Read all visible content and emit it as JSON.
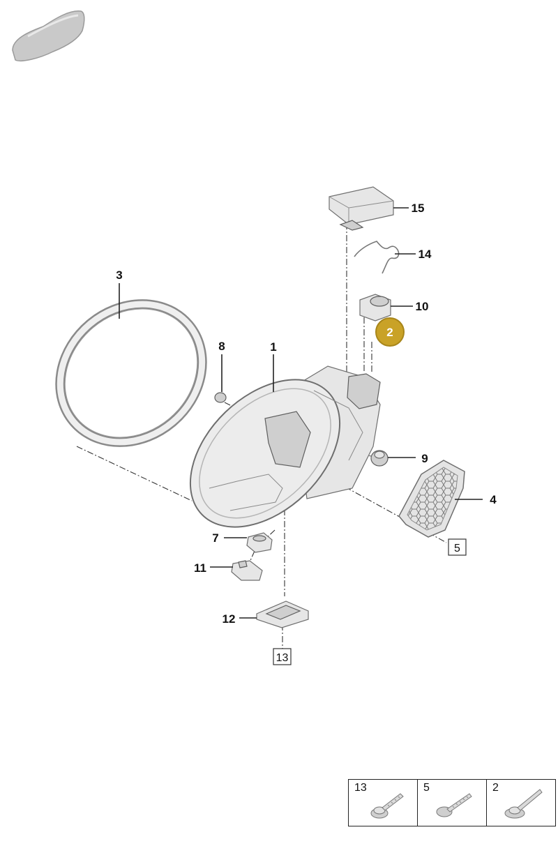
{
  "callouts": [
    "1",
    "3",
    "4",
    "7",
    "8",
    "9",
    "10",
    "11",
    "12",
    "14",
    "15"
  ],
  "boxed_refs": [
    "5",
    "13"
  ],
  "highlight": {
    "label": "2",
    "color": "#c9a227"
  },
  "legend": [
    {
      "number": "13",
      "icon": "flange-bolt-icon"
    },
    {
      "number": "5",
      "icon": "screw-icon"
    },
    {
      "number": "2",
      "icon": "washer-bolt-icon"
    }
  ],
  "colors": {
    "part_fill": "#e6e6e6",
    "line": "#222222",
    "highlight": "#c9a227"
  }
}
